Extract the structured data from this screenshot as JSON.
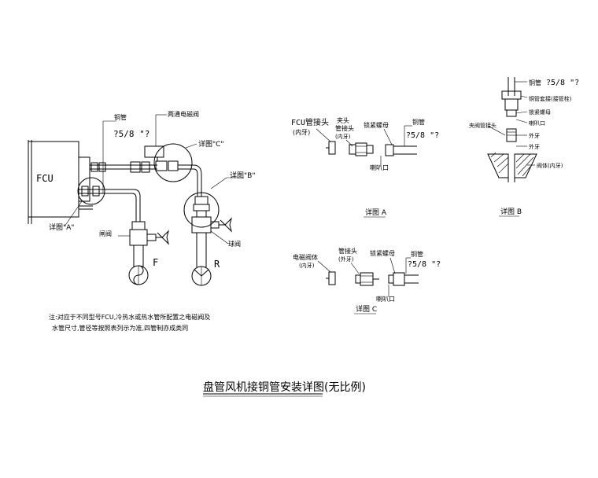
{
  "title": "盘管风机接铜管安装详图(无比例)",
  "note": {
    "line1": "注:对应于不同型号FCU,冷热水或热水管所配置之电磁阀及",
    "line2": "水管尺寸,管径等按照表列示为准,四管制亦成类同"
  },
  "main": {
    "fcu": "FCU",
    "copper_pipe": "铜管",
    "pipe_size": "?5/8 \"?",
    "solenoid_valve": "两通电磁阀",
    "detail_c_ref": "详图\"C\"",
    "detail_b_ref": "详图\"B\"",
    "detail_a_ref": "详图\"A\"",
    "gate_valve": "闸阀",
    "ball_valve": "球阀",
    "supply": "F",
    "return": "R"
  },
  "detail_a": {
    "title": "详图 A",
    "fcu_connector": "FCU管接头",
    "inner_thread": "(内牙)",
    "nut_label": "夹头",
    "union_label": "管接头",
    "union_inner": "(内牙)",
    "lock_nut": "锁紧螺母",
    "flare": "喇叭口",
    "copper": "铜管",
    "size": "?5/8 \"?"
  },
  "detail_b": {
    "title": "详图 B",
    "copper": "铜管",
    "size": "?5/8 \"?",
    "copper_socket": "铜管套接(接管栓)",
    "lock_nut": "锁紧螺母",
    "flare": "喇叭口",
    "outer_thread": "外牙",
    "outer_thread2": "外牙",
    "valve_body": "阀体(内牙)",
    "valve_fitting": "夹阀管接头"
  },
  "detail_c": {
    "title": "详图 C",
    "solenoid_body": "电磁阀体",
    "inner_thread": "(内牙)",
    "union": "管接头",
    "outer_thread": "(外牙)",
    "lock_nut": "锁紧螺母",
    "copper": "铜管",
    "size": "?5/8 \"?",
    "flare": "喇叭口"
  }
}
